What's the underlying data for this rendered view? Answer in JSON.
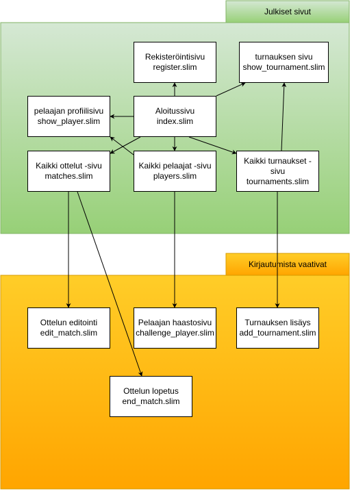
{
  "colors": {
    "public_fill_top": "#d5e8d4",
    "public_fill_bottom": "#97d077",
    "public_border": "#82b366",
    "auth_fill_top": "#ffcd28",
    "auth_fill_bottom": "#ffa500",
    "auth_border": "#d79b00"
  },
  "groups": {
    "public": {
      "label": "Julkiset sivut"
    },
    "auth": {
      "label": "Kirjautumista vaativat"
    }
  },
  "nodes": {
    "register": {
      "line1": "Rekisteröintisivu",
      "line2": "register.slim"
    },
    "show_tournament": {
      "line1": "turnauksen sivu",
      "line2": "show_tournament.slim"
    },
    "show_player": {
      "line1": "pelaajan profiilisivu",
      "line2": "show_player.slim"
    },
    "index": {
      "line1": "Aloitussivu",
      "line2": "index.slim"
    },
    "matches": {
      "line1": "Kaikki ottelut -sivu",
      "line2": "matches.slim"
    },
    "players": {
      "line1": "Kaikki pelaajat -sivu",
      "line2": "players.slim"
    },
    "tournaments": {
      "line1": "Kaikki turnaukset -",
      "line2": "sivu",
      "line3": "tournaments.slim"
    },
    "edit_match": {
      "line1": "Ottelun editointi",
      "line2": "edit_match.slim"
    },
    "challenge_player": {
      "line1": "Pelaajan haastosivu",
      "line2": "challenge_player.slim"
    },
    "add_tournament": {
      "line1": "Turnauksen lisäys",
      "line2": "add_tournament.slim"
    },
    "end_match": {
      "line1": "Ottelun lopetus",
      "line2": "end_match.slim"
    }
  },
  "edges": [
    {
      "from": "index",
      "to": "register"
    },
    {
      "from": "index",
      "to": "show_tournament"
    },
    {
      "from": "index",
      "to": "show_player"
    },
    {
      "from": "index",
      "to": "matches"
    },
    {
      "from": "index",
      "to": "players"
    },
    {
      "from": "index",
      "to": "tournaments"
    },
    {
      "from": "players",
      "to": "show_player"
    },
    {
      "from": "tournaments",
      "to": "show_tournament"
    },
    {
      "from": "matches",
      "to": "edit_match"
    },
    {
      "from": "matches",
      "to": "end_match"
    },
    {
      "from": "players",
      "to": "challenge_player"
    },
    {
      "from": "tournaments",
      "to": "add_tournament"
    }
  ]
}
